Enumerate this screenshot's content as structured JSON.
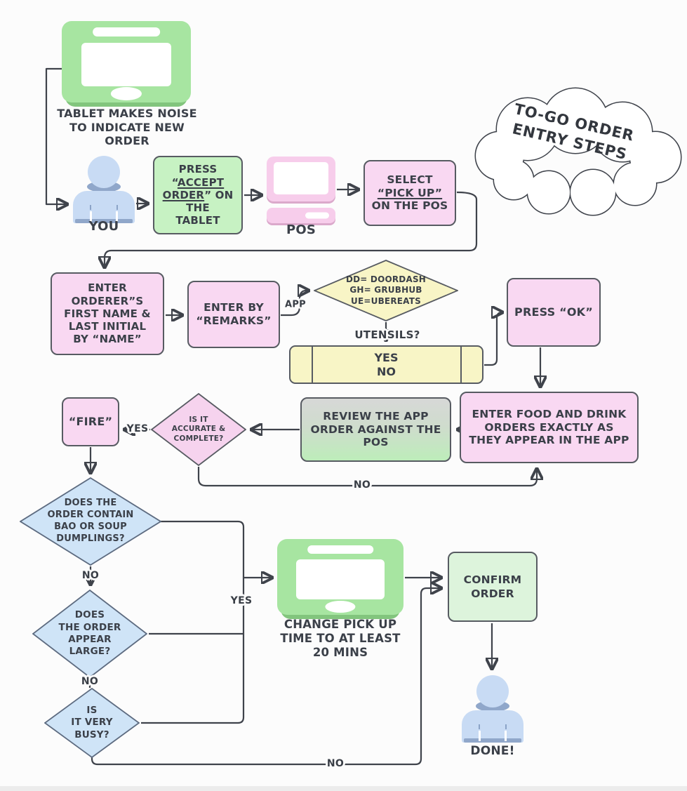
{
  "title": "TO-GO ORDER\nENTRY STEPS",
  "colors": {
    "background": "#fcfcfc",
    "line": "#3f434b",
    "text": "#3b4049",
    "pink_node": "#f9d8f2",
    "green_node": "#c7f2c3",
    "light_green_node": "#ddf4dc",
    "yellow_node": "#f8f5c6",
    "blue_diamond": "#cfe4f7",
    "review_gradient_top": "#d7d8d7",
    "review_gradient_bottom": "#bdedba",
    "tablet_green": "#a7e5a1",
    "tablet_shadow": "#82c57d",
    "pos_pink": "#f7cdeb",
    "pos_shadow": "#dba9cb",
    "person_blue": "#c8dbf4",
    "person_accent": "#90a7ca"
  },
  "nodes": {
    "tablet_noise": {
      "caption": "TABLET MAKES NOISE\nTO INDICATE NEW\nORDER"
    },
    "you": {
      "caption": "YOU"
    },
    "press_accept": {
      "line1": "PRESS",
      "quote_open": "“",
      "underline1": "ACCEPT",
      "underline2": "ORDER",
      "after_underline2": "” ON",
      "line4": "THE",
      "line5": "TABLET"
    },
    "pos": {
      "caption": "POS"
    },
    "select_pickup": {
      "line1": "SELECT",
      "underline": "“PICK UP”",
      "line3": "ON THE POS"
    },
    "enter_name": {
      "text": "ENTER\nORDERER”S\nFIRST NAME &\nLAST INITIAL\nBY “NAME”"
    },
    "enter_remarks": {
      "text": "ENTER BY\n“REMARKS”"
    },
    "app_legend": {
      "text": "DD= DOORDASH\nGH= GRUBHUB\nUE=UBEREATS"
    },
    "utensils_options": {
      "text": "YES\nNO"
    },
    "press_ok": {
      "text": "PRESS “OK”"
    },
    "enter_food": {
      "text": "ENTER FOOD AND DRINK\nORDERS EXACTLY AS\nTHEY APPEAR IN THE APP"
    },
    "review": {
      "text": "REVIEW THE APP\nORDER AGAINST THE\nPOS"
    },
    "accurate": {
      "text": "IS IT\nACCURATE &\nCOMPLETE?"
    },
    "fire": {
      "text": "“FIRE”"
    },
    "bao": {
      "text": "DOES THE\nORDER CONTAIN\nBAO OR SOUP\nDUMPLINGS?"
    },
    "large": {
      "text": "DOES\nTHE ORDER\nAPPEAR\nLARGE?"
    },
    "busy": {
      "text": "IS\nIT VERY\nBUSY?"
    },
    "change_time": {
      "caption": "CHANGE PICK UP\nTIME TO AT LEAST\n20 MINS"
    },
    "confirm": {
      "text": "CONFIRM\nORDER"
    },
    "done": {
      "caption": "DONE!"
    }
  },
  "labels": {
    "app": "APP",
    "utensils": "UTENSILS?",
    "yes_accurate": "YES",
    "no_accurate": "NO",
    "yes_junction": "YES",
    "no_bao": "NO",
    "no_large": "NO",
    "no_busy": "NO"
  }
}
